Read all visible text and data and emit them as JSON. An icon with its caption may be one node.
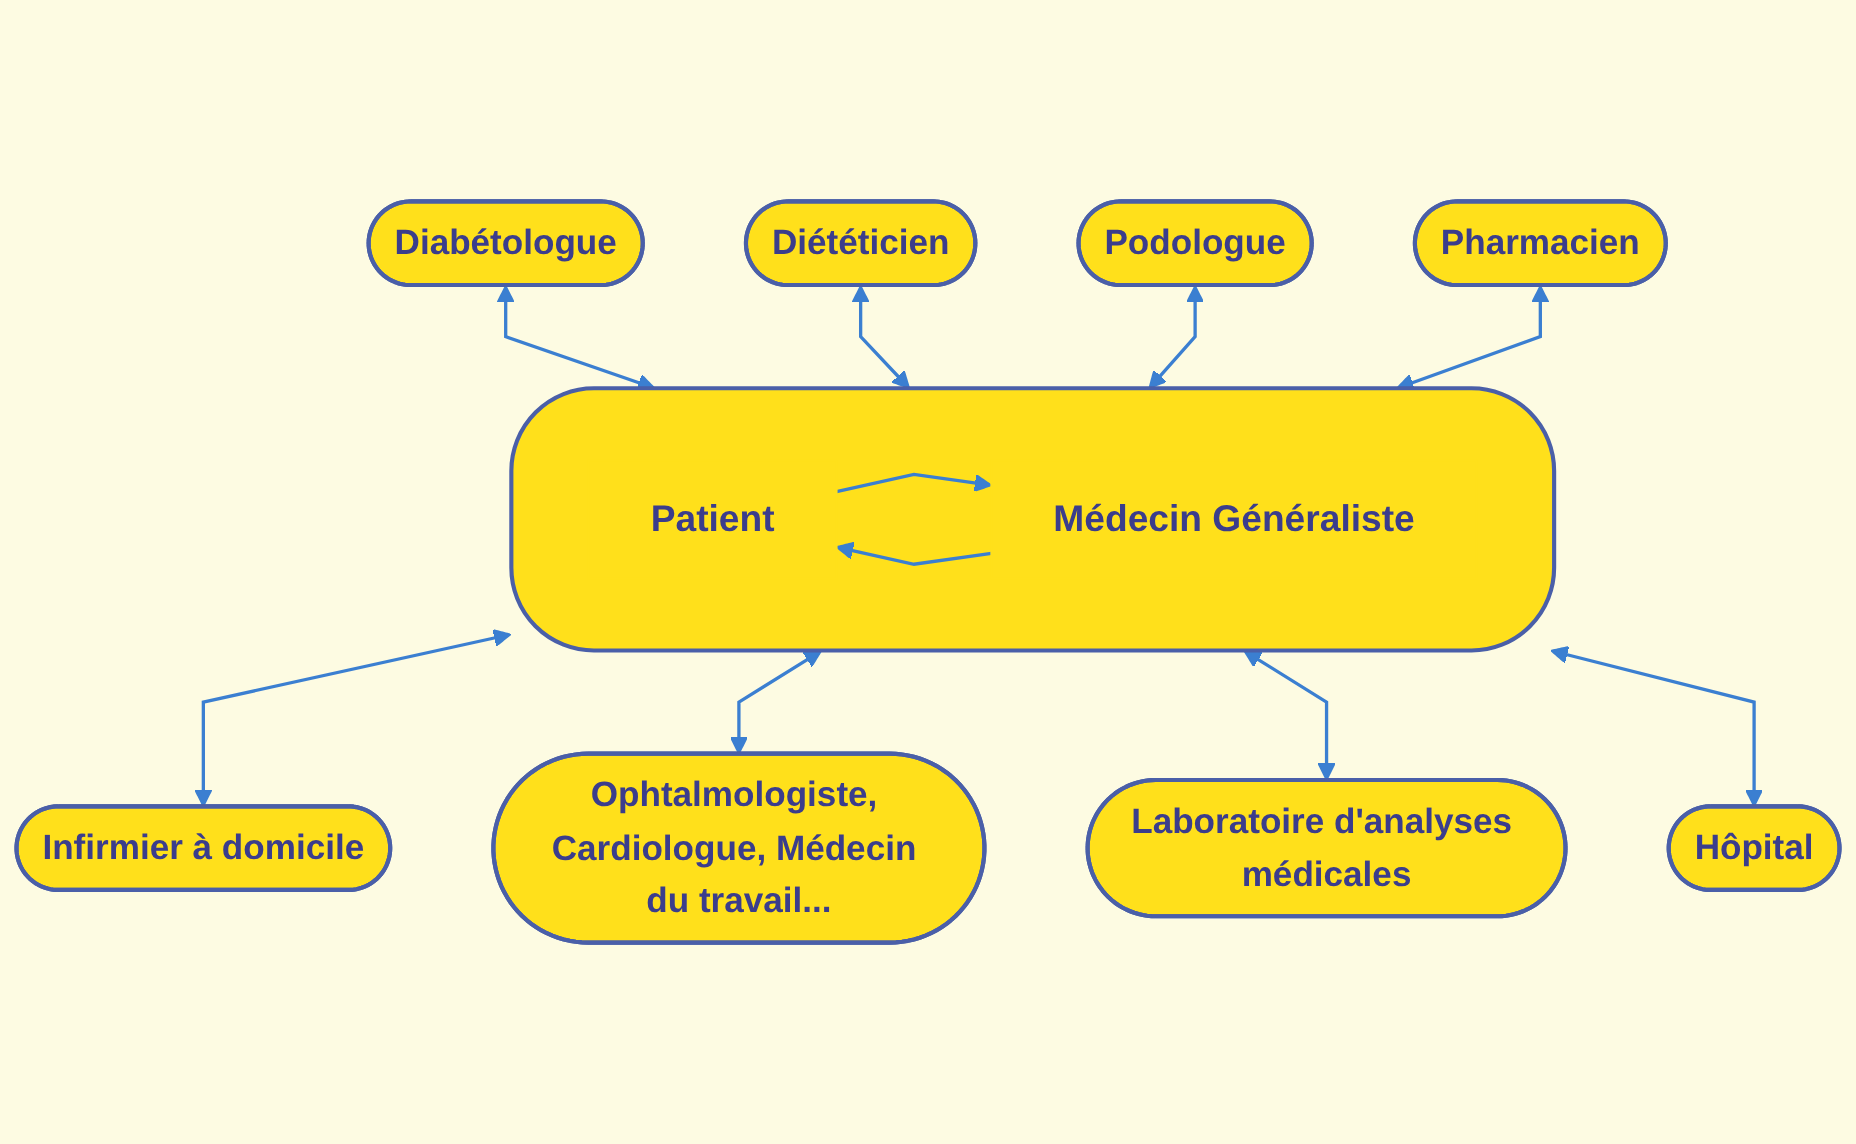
{
  "diagram": {
    "nodes": [
      {
        "text": [],
        "shape": "box"
      },
      {
        "text": [
          "Patient"
        ],
        "in": 0
      },
      {
        "text": [
          "Médecin Généraliste"
        ],
        "in": 0
      },
      {
        "text": [
          "Diététicien"
        ]
      },
      {
        "text": [
          "Podologue"
        ]
      },
      {
        "text": [
          "Diabétologue"
        ]
      },
      {
        "text": [
          "Pharmacien"
        ]
      },
      {
        "text": [
          "Infirmier à domicile"
        ]
      },
      {
        "text": [
          "Hôpital"
        ]
      },
      {
        "text": [
          "Ophtalmologiste, Cardiologue, Médecin du travail..."
        ]
      },
      {
        "text": [
          "Laboratoire d'analyses médicales"
        ]
      }
    ],
    "edges": [
      {
        "from": 1,
        "to": 2,
        "arrow": "to"
      },
      {
        "from": 2,
        "to": 1,
        "arrow": "to"
      },
      {
        "from": 5,
        "to": 0,
        "arrow": "both"
      },
      {
        "from": 3,
        "to": 0,
        "arrow": "both"
      },
      {
        "from": 4,
        "to": 0,
        "arrow": "both"
      },
      {
        "from": 6,
        "to": 0,
        "arrow": "both"
      },
      {
        "from": 0,
        "to": 7,
        "arrow": "both"
      },
      {
        "from": 0,
        "to": 9,
        "arrow": "both"
      },
      {
        "from": 0,
        "to": 10,
        "arrow": "both"
      },
      {
        "from": 0,
        "to": 8,
        "arrow": "both"
      }
    ]
  }
}
